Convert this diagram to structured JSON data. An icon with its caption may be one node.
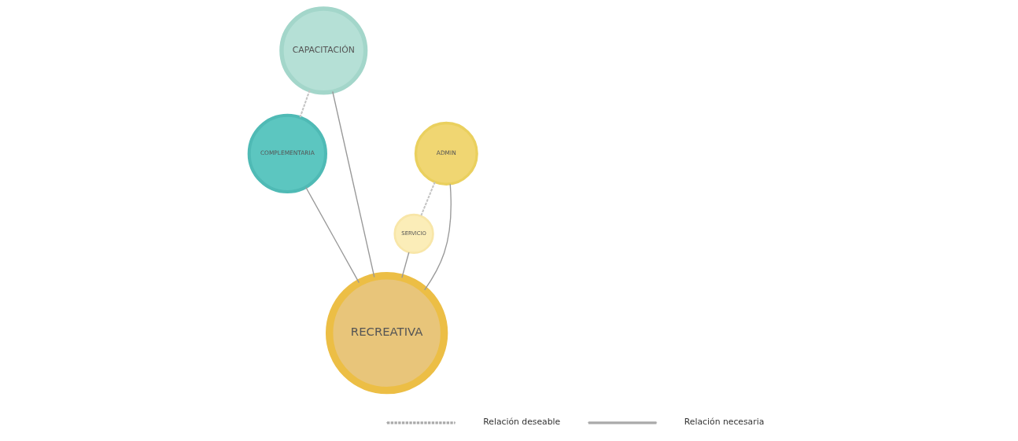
{
  "diagram": {
    "nodes": [
      {
        "text": [
          "CAPACITACIÓN"
        ]
      },
      {
        "text": [
          "ADMIN"
        ]
      },
      {
        "text": [
          "COMPLEMENTARIA"
        ]
      },
      {
        "text": [
          "SERVICIO"
        ]
      },
      {
        "text": [
          "RECREATIVA"
        ]
      }
    ],
    "edges": [
      {
        "from": 0,
        "to": 2,
        "arrow": "none",
        "style": "dashed",
        "color": "#c4c4c4"
      },
      {
        "from": 1,
        "to": 3,
        "arrow": "none",
        "style": "dashed",
        "color": "#c4c4c4"
      },
      {
        "from": 0,
        "to": 4,
        "arrow": "none"
      },
      {
        "from": 1,
        "to": 4,
        "arrow": "none"
      },
      {
        "from": 2,
        "to": 4,
        "arrow": "none"
      },
      {
        "from": 3,
        "to": 4,
        "arrow": "none"
      }
    ],
    "legend": [
      {
        "text": "Relación deseable"
      },
      {
        "text": "Relación necesaria"
      }
    ]
  }
}
